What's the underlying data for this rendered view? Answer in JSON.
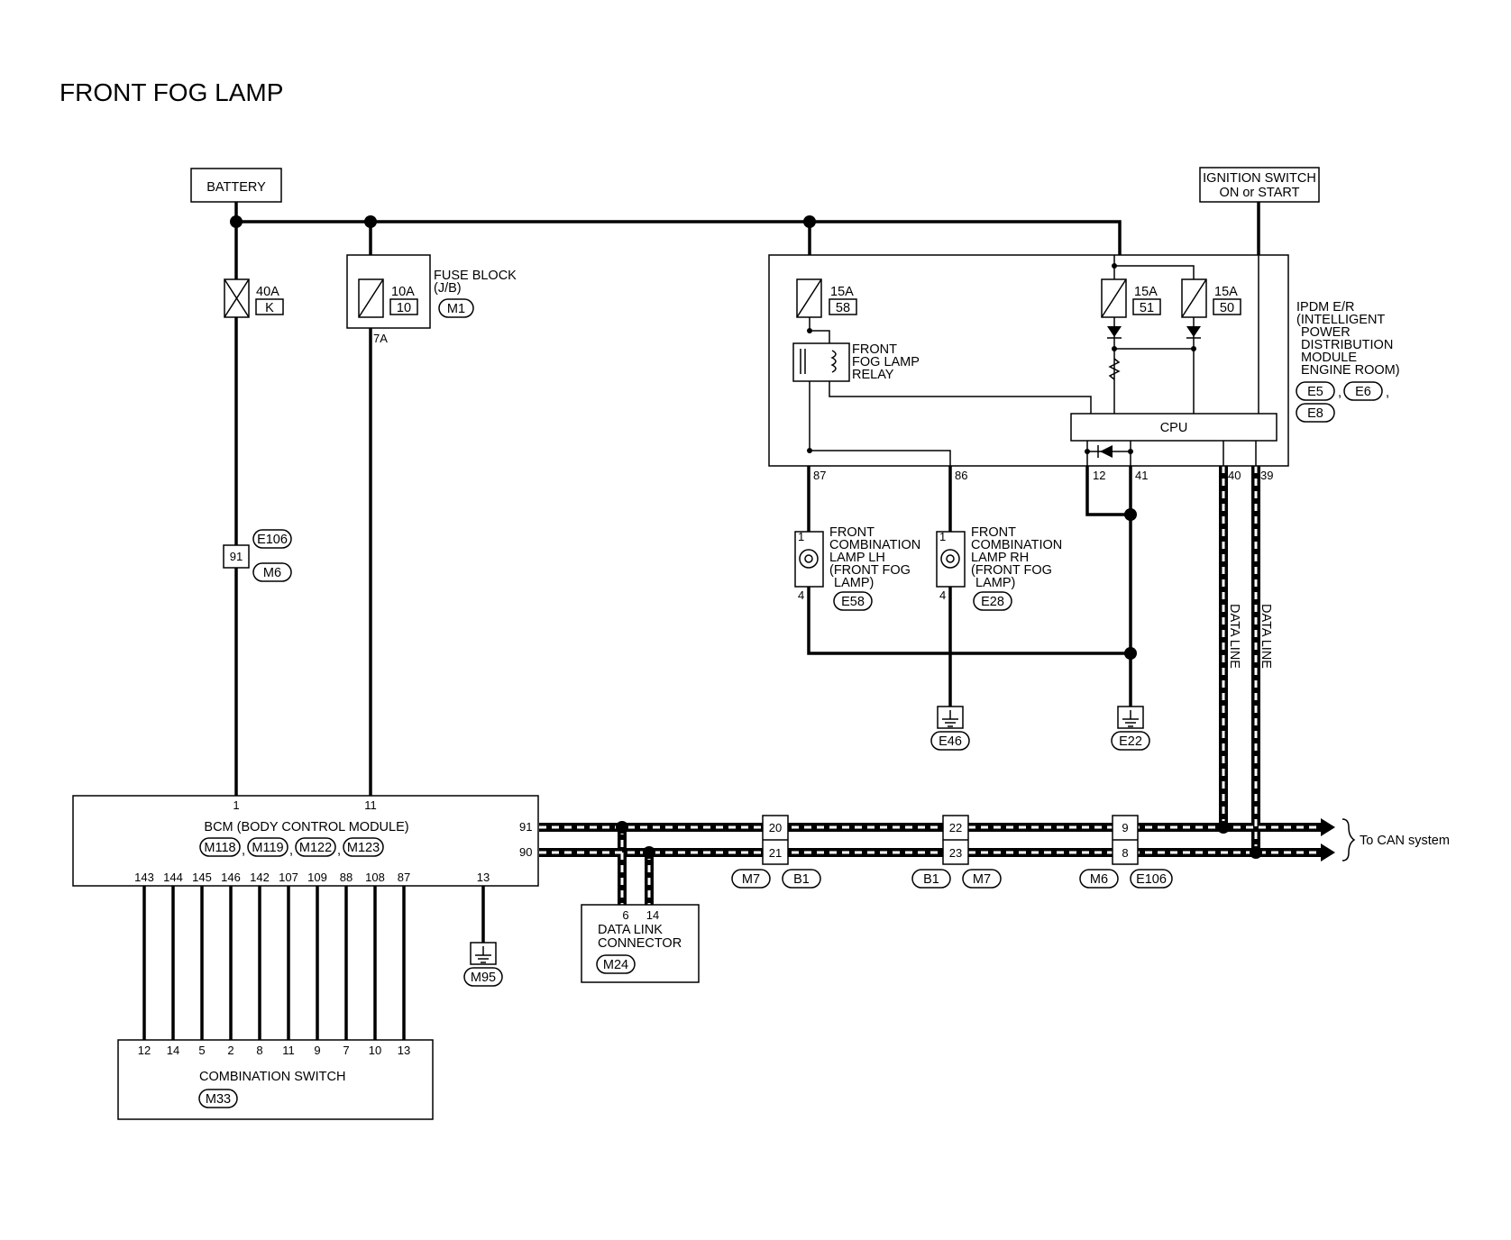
{
  "title": "FRONT FOG LAMP",
  "battery": {
    "label": "BATTERY"
  },
  "ignition_switch": {
    "line1": "IGNITION SWITCH",
    "line2": "ON or START"
  },
  "fuses": {
    "fusible_link": {
      "rating": "40A",
      "id": "K"
    },
    "fuse_10": {
      "rating": "10A",
      "id": "10",
      "pin": "7A"
    },
    "fuse_58": {
      "rating": "15A",
      "id": "58"
    },
    "fuse_51": {
      "rating": "15A",
      "id": "51"
    },
    "fuse_50": {
      "rating": "15A",
      "id": "50"
    }
  },
  "fuse_block": {
    "line1": "FUSE BLOCK",
    "line2": "(J/B)",
    "connector": "M1"
  },
  "ipdm": {
    "lines": [
      "IPDM E/R",
      "(INTELLIGENT",
      "POWER",
      "DISTRIBUTION",
      "MODULE",
      "ENGINE ROOM)"
    ],
    "connectors": [
      "E5",
      "E6",
      "E8"
    ],
    "cpu": "CPU",
    "pins": {
      "p87": "87",
      "p86": "86",
      "p12": "12",
      "p41": "41",
      "p40": "40",
      "p39": "39"
    }
  },
  "relay": {
    "lines": [
      "FRONT",
      "FOG LAMP",
      "RELAY"
    ]
  },
  "lamp_lh": {
    "lines": [
      "FRONT",
      "COMBINATION",
      "LAMP LH",
      "(FRONT FOG",
      "LAMP)"
    ],
    "connector": "E58",
    "pin_top": "1",
    "pin_bottom": "4"
  },
  "lamp_rh": {
    "lines": [
      "FRONT",
      "COMBINATION",
      "LAMP RH",
      "(FRONT FOG",
      "LAMP)"
    ],
    "connector": "E28",
    "pin_top": "1",
    "pin_bottom": "4"
  },
  "grounds": {
    "e46": "E46",
    "e22": "E22",
    "m95": "M95"
  },
  "data_lines": {
    "left": "DATA LINE",
    "right": "DATA LINE"
  },
  "inline_connector_91": {
    "pin": "91",
    "connector_top": "E106",
    "connector_bottom": "M6"
  },
  "bcm": {
    "label": "BCM (BODY CONTROL MODULE)",
    "connectors": [
      "M118",
      "M119",
      "M122",
      "M123"
    ],
    "top_pins": [
      "1",
      "11"
    ],
    "can_pins": [
      "91",
      "90"
    ],
    "bottom_pins": [
      "143",
      "144",
      "145",
      "146",
      "142",
      "107",
      "109",
      "88",
      "108",
      "87"
    ],
    "ground_pin": "13"
  },
  "can_junctions": [
    {
      "pins": [
        "20",
        "21"
      ],
      "connectors": [
        "M7",
        "B1"
      ]
    },
    {
      "pins": [
        "22",
        "23"
      ],
      "connectors": [
        "B1",
        "M7"
      ]
    },
    {
      "pins": [
        "9",
        "8"
      ],
      "connectors": [
        "M6",
        "E106"
      ]
    }
  ],
  "can_label": "To CAN system",
  "data_link_connector": {
    "pins": [
      "6",
      "14"
    ],
    "line1": "DATA LINK",
    "line2": "CONNECTOR",
    "connector": "M24"
  },
  "combination_switch": {
    "pins": [
      "12",
      "14",
      "5",
      "2",
      "8",
      "11",
      "9",
      "7",
      "10",
      "13"
    ],
    "label": "COMBINATION SWITCH",
    "connector": "M33"
  }
}
